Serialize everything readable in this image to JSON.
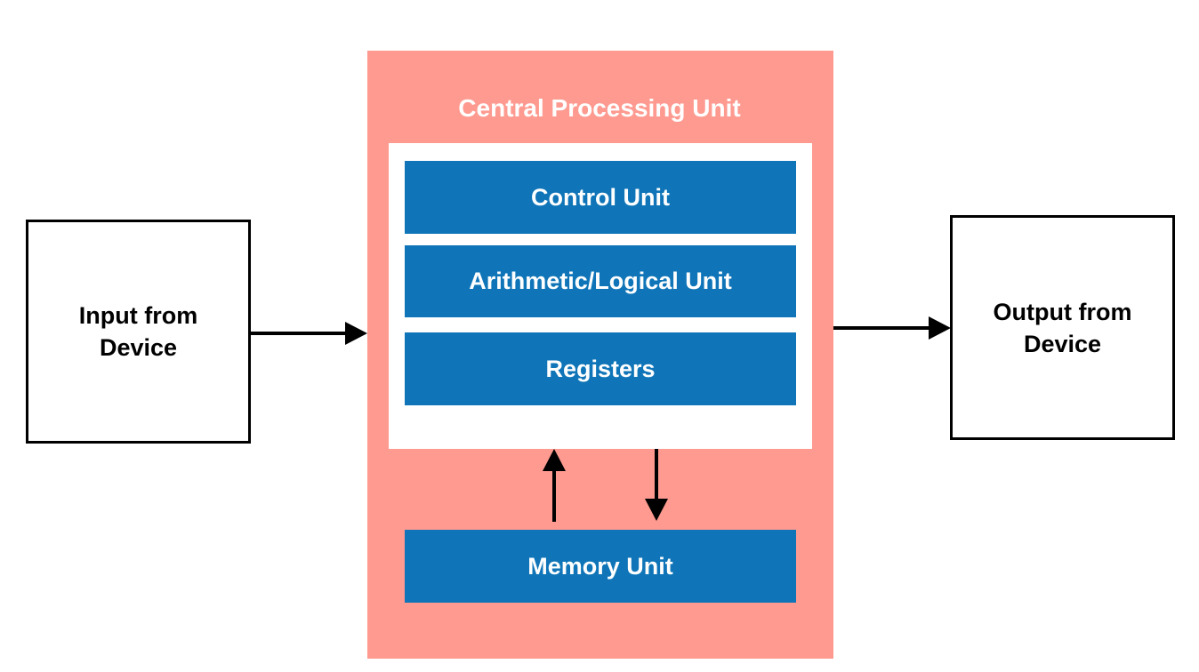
{
  "input_device": {
    "label": "Input from\nDevice"
  },
  "output_device": {
    "label": "Output from\nDevice"
  },
  "cpu": {
    "title": "Central Processing Unit",
    "units": {
      "control": "Control Unit",
      "alu": "Arithmetic/Logical Unit",
      "registers": "Registers"
    },
    "memory": "Memory Unit"
  },
  "colors": {
    "cpu_background": "#fe9a90",
    "unit_blue": "#0f75b8",
    "arrow": "#000000"
  }
}
